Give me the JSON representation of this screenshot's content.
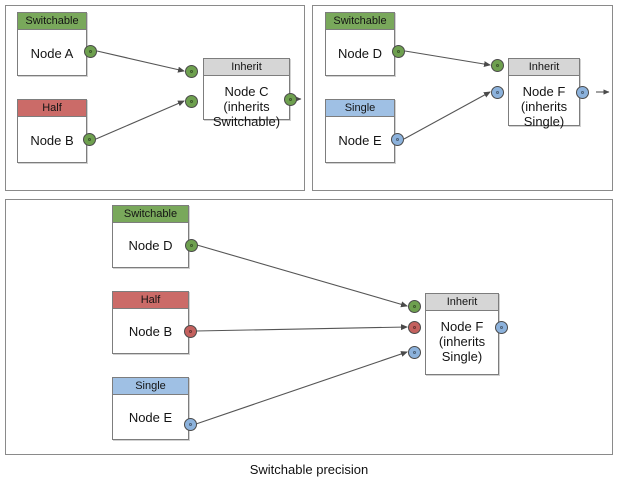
{
  "diagram": {
    "caption": "Switchable precision",
    "colors": {
      "switchable": "#79a85b",
      "half": "#cb6b68",
      "single": "#9fc0e4",
      "inherit": "#d6d6d6",
      "port_green": "#6ea04f",
      "port_red": "#c4615e",
      "port_blue": "#8cb2dc",
      "panel_border": "#8a8a8a",
      "node_border": "#7d7d7d",
      "edge": "#555555"
    }
  },
  "panels": [
    {
      "id": "top-left",
      "nodes": [
        {
          "id": "node-a",
          "header": "Switchable",
          "body": "Node A",
          "header_style": "switchable"
        },
        {
          "id": "node-b",
          "header": "Half",
          "body": "Node B",
          "header_style": "half"
        },
        {
          "id": "node-c",
          "header": "Inherit",
          "body": "Node C\n(inherits\nSwitchable)",
          "header_style": "inherit"
        }
      ],
      "edges": [
        {
          "from": "node-a",
          "to": "node-c",
          "port_color": "green"
        },
        {
          "from": "node-b",
          "to": "node-c",
          "port_color": "green"
        }
      ]
    },
    {
      "id": "top-right",
      "nodes": [
        {
          "id": "node-d",
          "header": "Switchable",
          "body": "Node D",
          "header_style": "switchable"
        },
        {
          "id": "node-e",
          "header": "Single",
          "body": "Node E",
          "header_style": "single"
        },
        {
          "id": "node-f",
          "header": "Inherit",
          "body": "Node F\n(inherits\nSingle)",
          "header_style": "inherit"
        }
      ],
      "edges": [
        {
          "from": "node-d",
          "to": "node-f",
          "port_color": "green"
        },
        {
          "from": "node-e",
          "to": "node-f",
          "port_color": "blue"
        }
      ]
    },
    {
      "id": "bottom",
      "nodes": [
        {
          "id": "node-d2",
          "header": "Switchable",
          "body": "Node D",
          "header_style": "switchable"
        },
        {
          "id": "node-b2",
          "header": "Half",
          "body": "Node B",
          "header_style": "half"
        },
        {
          "id": "node-e2",
          "header": "Single",
          "body": "Node E",
          "header_style": "single"
        },
        {
          "id": "node-f2",
          "header": "Inherit",
          "body": "Node F\n(inherits\nSingle)",
          "header_style": "inherit"
        }
      ],
      "edges": [
        {
          "from": "node-d2",
          "to": "node-f2",
          "port_color": "green"
        },
        {
          "from": "node-b2",
          "to": "node-f2",
          "port_color": "red"
        },
        {
          "from": "node-e2",
          "to": "node-f2",
          "port_color": "blue"
        }
      ]
    }
  ]
}
